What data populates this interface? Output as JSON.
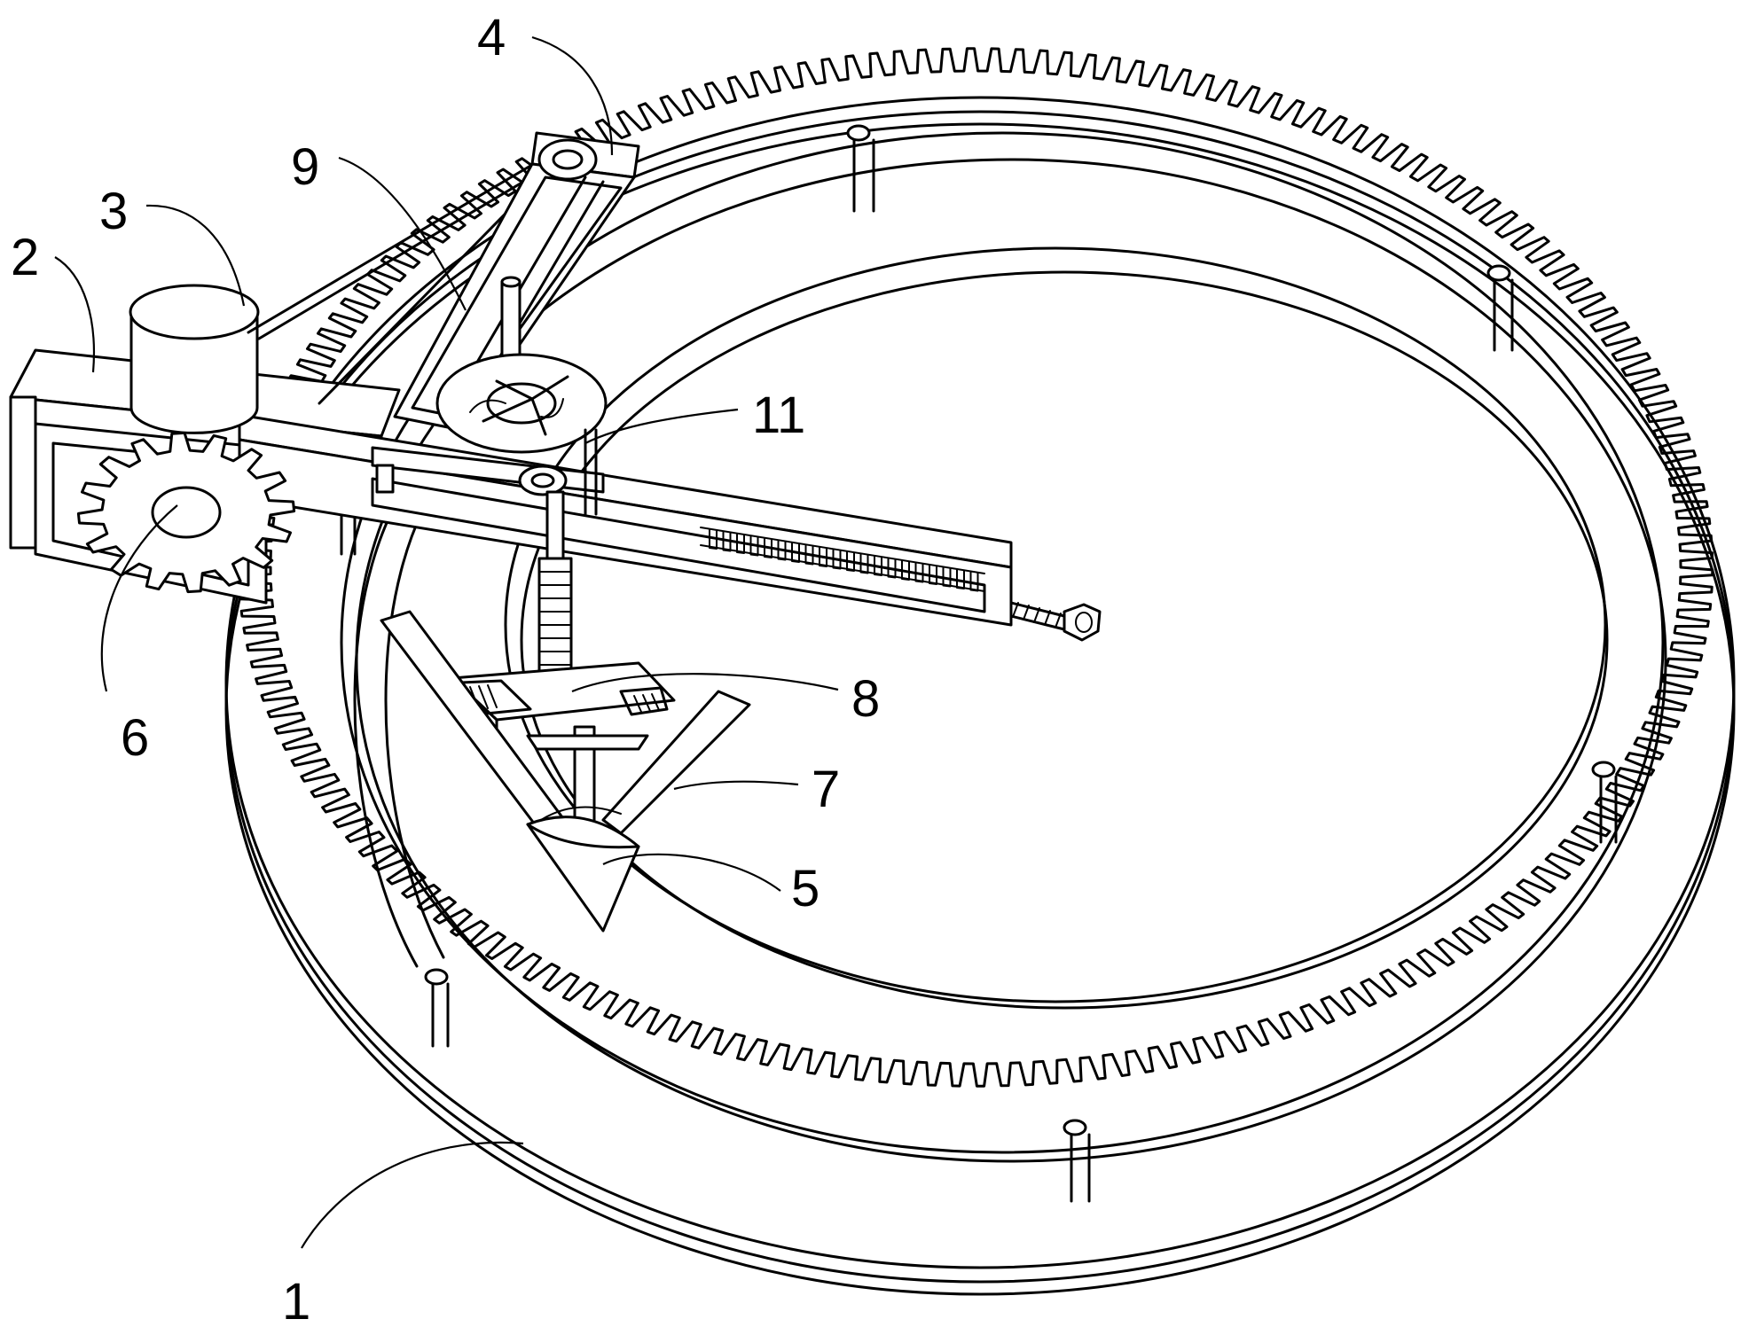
{
  "reference_numerals": {
    "n1": "1",
    "n2": "2",
    "n3": "3",
    "n4": "4",
    "n5": "5",
    "n6": "6",
    "n7": "7",
    "n8": "8",
    "n9": "9",
    "n11": "11"
  },
  "colors": {
    "line": "#000000",
    "background": "#ffffff"
  }
}
